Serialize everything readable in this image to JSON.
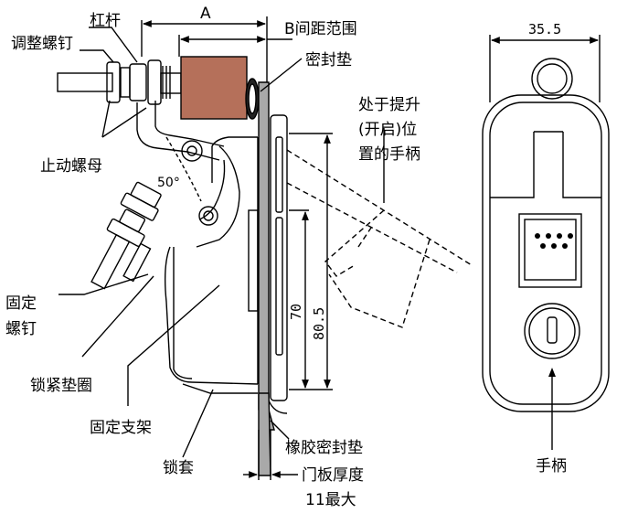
{
  "labels": {
    "adjust_screw": "调整螺钉",
    "lever": "杠杆",
    "dim_a": "A",
    "b_range": "B间距范围",
    "seal_pad": "密封垫",
    "lift_position_line1": "处于提升",
    "lift_position_line2": "(开启)位",
    "lift_position_line3": "置的手柄",
    "stop_nut": "止动螺母",
    "angle": "50°",
    "fix_screw_line1": "固定",
    "fix_screw_line2": "螺钉",
    "lock_washer": "锁紧垫圈",
    "fix_bracket": "固定支架",
    "lock_sleeve": "锁套",
    "rubber_seal": "橡胶密封垫",
    "door_thickness_line1": "门板厚度",
    "door_thickness_line2": "11最大",
    "dim_70": "70",
    "dim_80_5": "80.5",
    "dim_35_5": "35.5",
    "handle": "手柄"
  },
  "colors": {
    "line": "#000000",
    "door_panel": "#a9a9a9",
    "seal_block": "#b5705a"
  }
}
